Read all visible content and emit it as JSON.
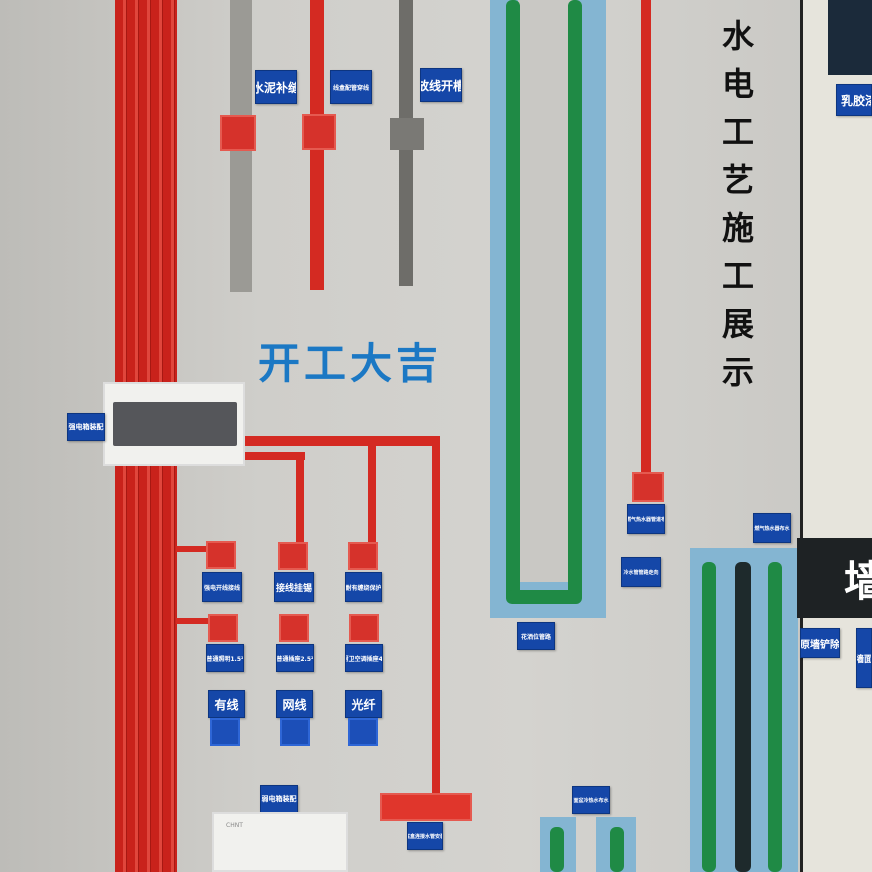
{
  "slogan": "开工大吉",
  "vertical_title": "水电工艺施工展示",
  "labels": {
    "cement": "水泥补缝",
    "conduit": "线盒配管穿线",
    "groove": "放线开槽",
    "strong_box": "强电箱装配",
    "row1": [
      "强电开线接线",
      "接线挂锡",
      "耐有缠绕保护"
    ],
    "row2": [
      "普通照明1.5²",
      "普通插座2.5²",
      "厨卫空调插座4²"
    ],
    "row3": [
      "有线",
      "网线",
      "光纤"
    ],
    "weak_box": "弱电箱装配",
    "shower": "花洒位管路",
    "gas1": "燃气热水器管道布",
    "gas2": "燃气热水器布水",
    "mid": "冷水管管路走向",
    "bottom_mid": "底盒连接水管安装",
    "bottom_right": "面盆冷热水布水",
    "latex": "乳胶漆",
    "wall_sign": "墙",
    "demolish": "原墙铲除",
    "right_edge": "墙面"
  },
  "panel_brand": "CHNT",
  "colors": {
    "label_blue": "#1547a8",
    "wire_red": "#d42a22",
    "pipe_green": "#1f8a45",
    "slogan_blue": "#1b78c4"
  }
}
